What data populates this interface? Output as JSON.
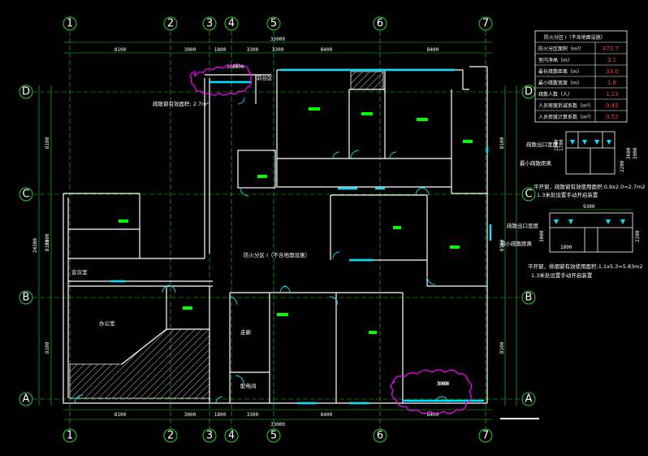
{
  "axes": {
    "columns": [
      "1",
      "2",
      "3",
      "4",
      "5",
      "6",
      "7"
    ],
    "rows": [
      "D",
      "C",
      "B",
      "A"
    ]
  },
  "dimensions": {
    "top_segments": [
      "8100",
      "3000",
      "1800",
      "3300",
      "3300",
      "8400",
      "8400"
    ],
    "top_total": "33000",
    "bottom_segments": [
      "8100",
      "3000",
      "1800",
      "3300",
      "8400",
      "8400"
    ],
    "bottom_total": "33000",
    "left_segments": [
      "8100",
      "8100",
      "8100"
    ],
    "left_total": "24300",
    "right_segments": [
      "8100",
      "8100",
      "8100"
    ],
    "top_extra": "3000",
    "bottom_extra": "3000",
    "mid_left": "8100"
  },
  "table": {
    "header": "防火分区 I（不含地面设施）",
    "rows": [
      {
        "label": "防火分区面积（m²）",
        "value": "472.7"
      },
      {
        "label": "室内净高（m）",
        "value": "3.1"
      },
      {
        "label": "最长疏散距离（m）",
        "value": "33.0"
      },
      {
        "label": "最小疏散宽度（m）",
        "value": "1.8"
      },
      {
        "label": "疏散人数（人）",
        "value": "1.13"
      },
      {
        "label": "人员密度折减系数（m²）",
        "value": "0.45"
      },
      {
        "label": "人员密度计算系数（m²）",
        "value": "0.52"
      }
    ]
  },
  "side_notes": {
    "elev1_a": "疏散出口宽度",
    "elev1_b": "最小疏散距离",
    "elev2_a": "疏散出口宽度",
    "elev2_b": "最小疏散距离",
    "note1": "平开窗，疏散窗有效使用面积:0.9x2.0=2.7m2",
    "note1b": "1.3米处设置手动开启装置",
    "note2": "平开窗，排烟窗有效使用面积:1.1x5.3=5.83m2",
    "note2b": "1.3米处设置手动开启装置",
    "elev1_dims": [
      "1500",
      "1700",
      "2200",
      "3600",
      "3900"
    ],
    "elev2_dims": [
      "9300",
      "2200",
      "3000"
    ],
    "elev_sub": "1800"
  },
  "plan_labels": {
    "window_note": "疏散窗有效面积: 2.7m²",
    "center_label": "防火分区 I（不含地面设施）",
    "room_a": "办公室",
    "room_b": "会议室",
    "room_c": "走廊",
    "room_d": "配电间",
    "room_e": "前台区",
    "bottom_note": "9300",
    "top_note": "3000"
  },
  "colors": {
    "wall": "#ffffff",
    "axis": "#22d422",
    "window": "#00e5ff",
    "door": "#00e5ff",
    "cloud": "#ff00ff",
    "room_tag": "#00ff00",
    "value": "#ff3b3b"
  }
}
